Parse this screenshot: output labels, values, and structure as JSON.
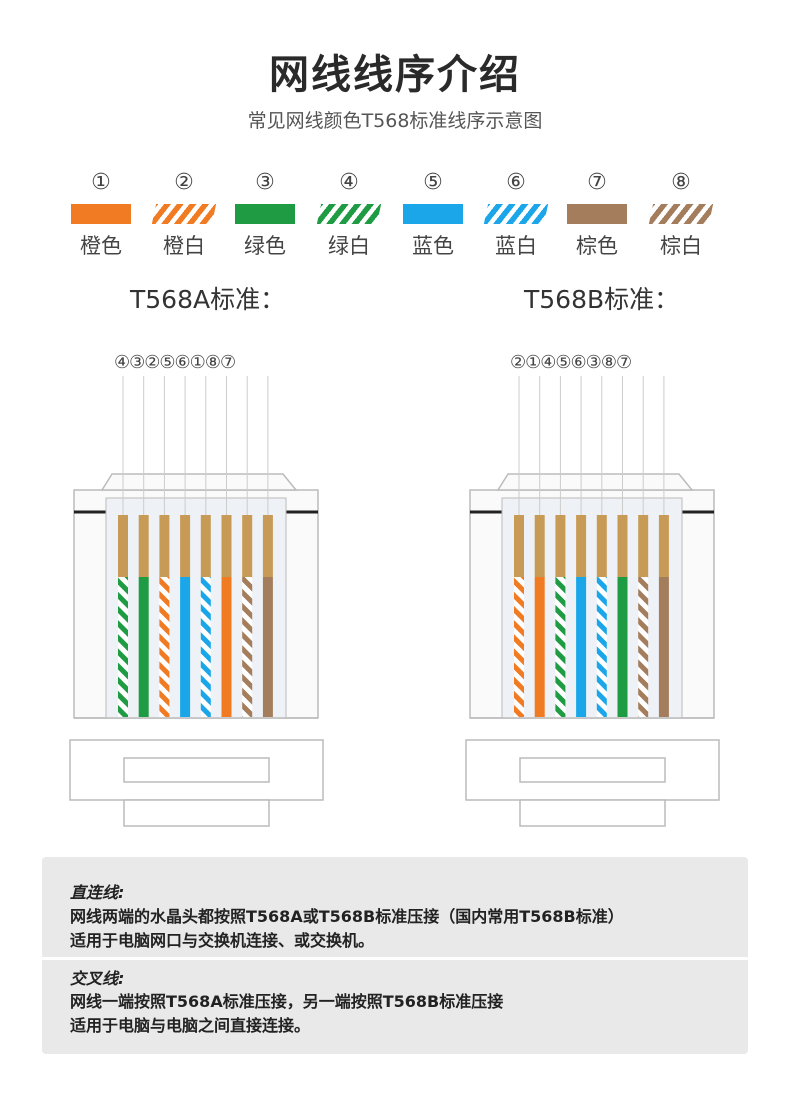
{
  "title": "网线线序介绍",
  "subtitle": "常见网线颜色T568标准线序示意图",
  "colors": {
    "orange": "#f07b22",
    "green": "#1e9b43",
    "blue": "#1aa6e8",
    "brown": "#a37d5c",
    "white": "#ffffff",
    "copper": "#c79b55"
  },
  "legend": [
    {
      "num": "①",
      "label": "橙色",
      "color": "orange",
      "striped": false
    },
    {
      "num": "②",
      "label": "橙白",
      "color": "orange",
      "striped": true
    },
    {
      "num": "③",
      "label": "绿色",
      "color": "green",
      "striped": false
    },
    {
      "num": "④",
      "label": "绿白",
      "color": "green",
      "striped": true
    },
    {
      "num": "⑤",
      "label": "蓝色",
      "color": "blue",
      "striped": false
    },
    {
      "num": "⑥",
      "label": "蓝白",
      "color": "blue",
      "striped": true
    },
    {
      "num": "⑦",
      "label": "棕色",
      "color": "brown",
      "striped": false
    },
    {
      "num": "⑧",
      "label": "棕白",
      "color": "brown",
      "striped": true
    }
  ],
  "standards": [
    {
      "title": "T568A标准：",
      "order_label": "④③②⑤⑥①⑧⑦",
      "order": [
        4,
        3,
        2,
        5,
        6,
        1,
        8,
        7
      ]
    },
    {
      "title": "T568B标准：",
      "order_label": "②①④⑤⑥③⑧⑦",
      "order": [
        2,
        1,
        4,
        5,
        6,
        3,
        8,
        7
      ]
    }
  ],
  "notes": {
    "straight": {
      "heading": "直连线:",
      "lines": [
        "网线两端的水晶头都按照T568A或T568B标准压接（国内常用T568B标准）",
        "适用于电脑网口与交换机连接、或交换机。"
      ]
    },
    "crossover": {
      "heading": "交叉线:",
      "lines": [
        "网线一端按照T568A标准压接，另一端按照T568B标准压接",
        "适用于电脑与电脑之间直接连接。"
      ]
    }
  }
}
